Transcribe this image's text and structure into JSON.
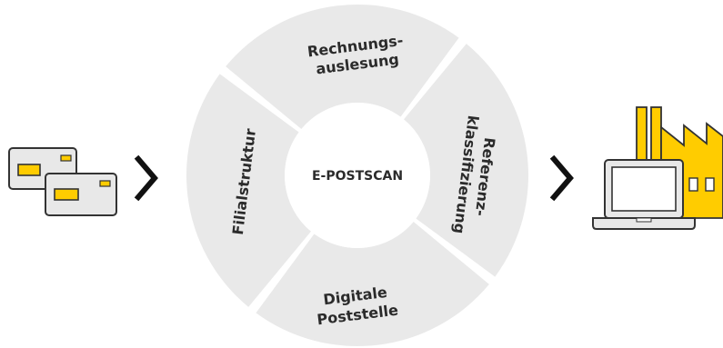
{
  "diagram": {
    "center_label": "E-POSTSCAN",
    "segments": {
      "top": {
        "line1": "Rechnungs-",
        "line2": "auslesung"
      },
      "right": {
        "line1": "Referenz-",
        "line2": "klassifizierung"
      },
      "bottom": {
        "line1": "Digitale",
        "line2": "Poststelle"
      },
      "left": {
        "line1": "Filialstruktur"
      }
    }
  },
  "icons": {
    "input": "envelopes-icon",
    "arrow_left": "chevron-right-icon",
    "arrow_right": "chevron-right-icon",
    "output": "laptop-factory-icon"
  },
  "colors": {
    "ring": "#e9e9e9",
    "center": "#ffffff",
    "accent": "#ffcc00",
    "outline": "#333333",
    "envelope_fill": "#e8e8e8",
    "laptop_screen": "#ffffff"
  }
}
